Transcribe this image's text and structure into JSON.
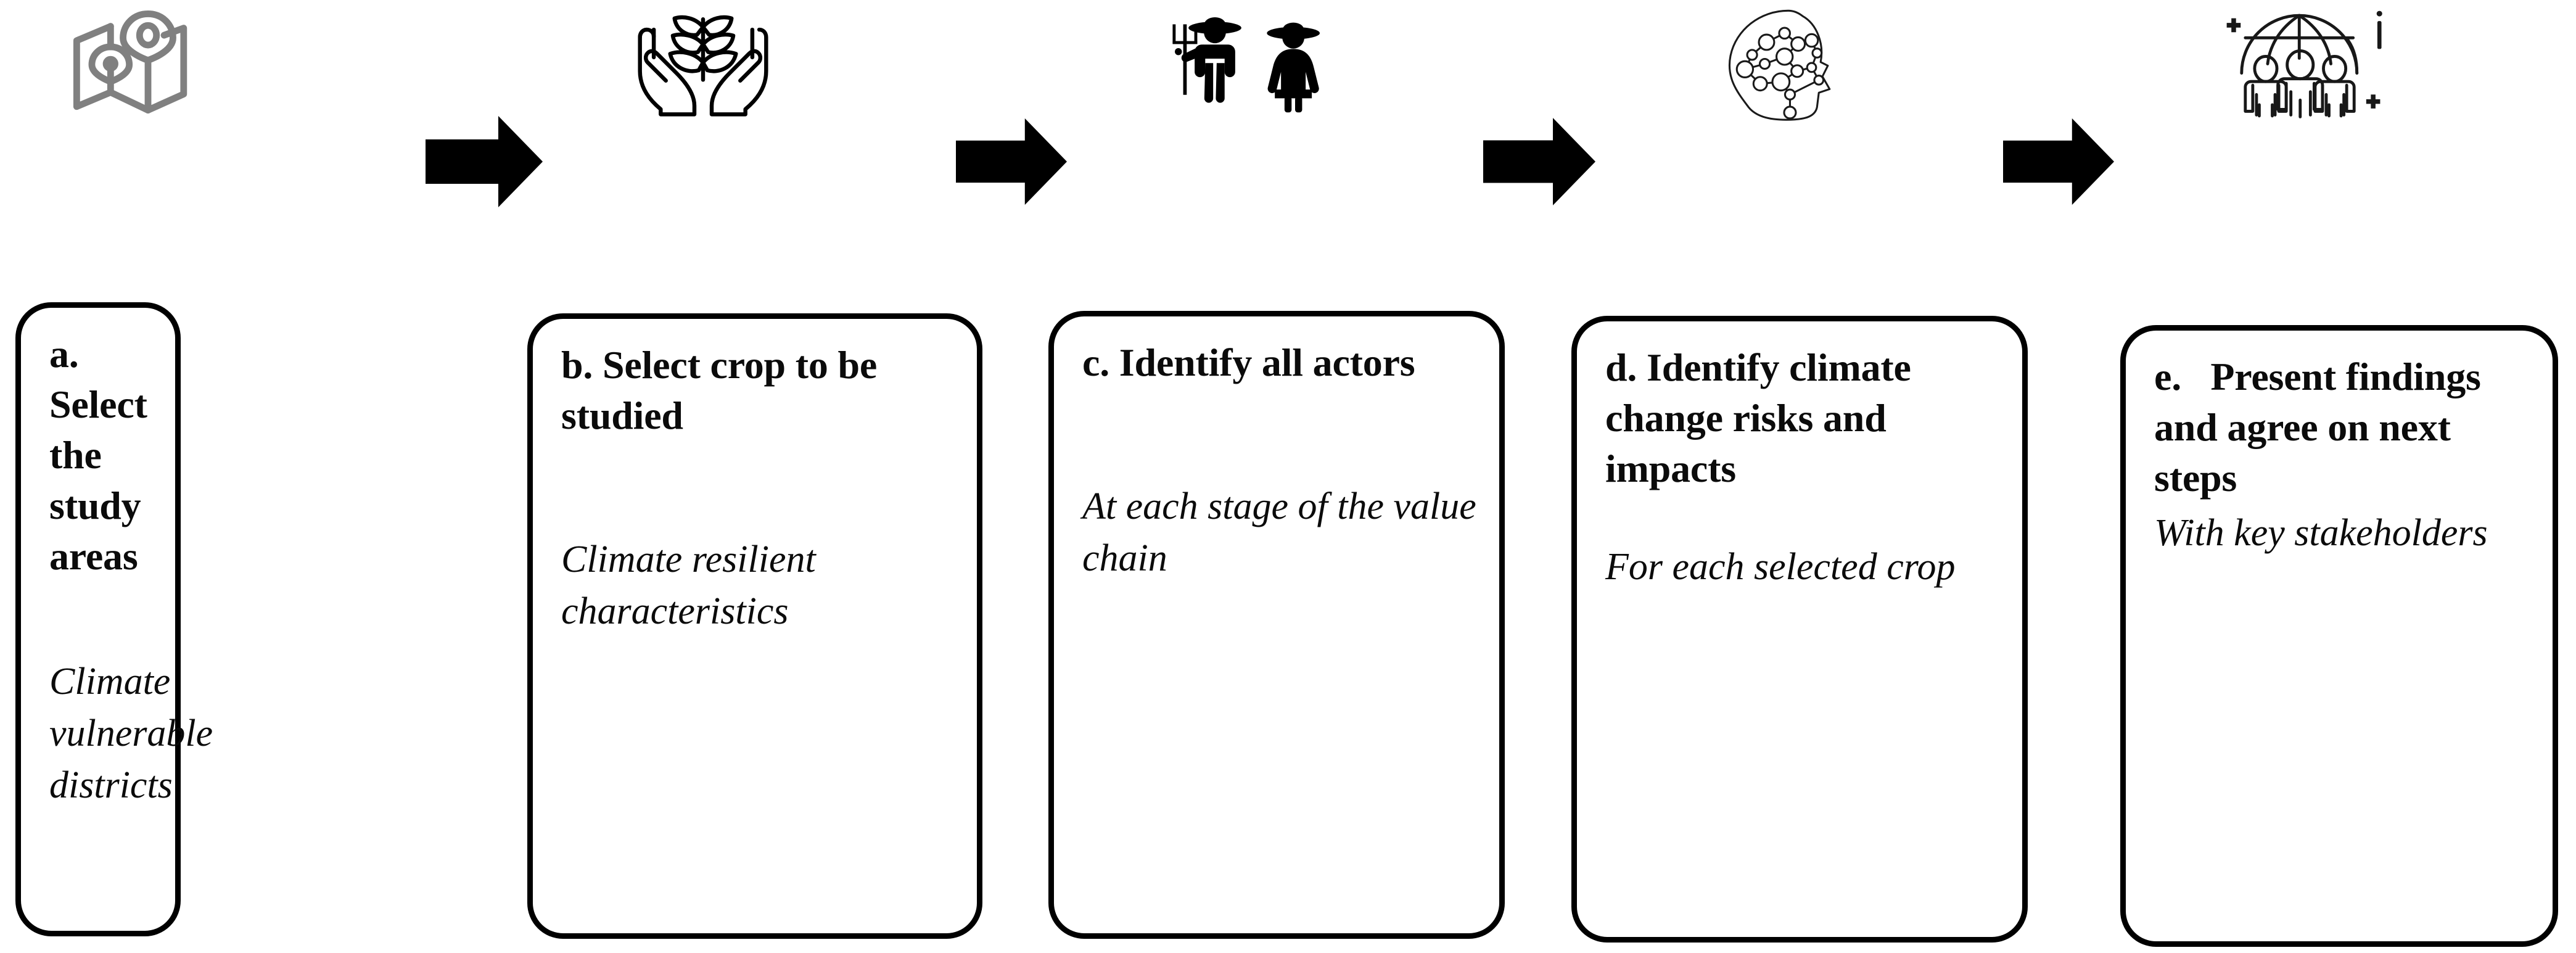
{
  "figure": {
    "type": "process-flow",
    "orientation": "left-to-right",
    "step_count": 5,
    "arrow_count": 4,
    "background_color": "#ffffff",
    "line_color": "#000000",
    "map_icon_color": "#808080"
  },
  "steps": [
    {
      "key": "a",
      "icon": "folded-map-with-location-pins-icon",
      "icon_color": "#808080",
      "title": "a. Select the study areas",
      "subtitle": "Climate vulnerable districts"
    },
    {
      "key": "b",
      "icon": "hands-holding-plant-icon",
      "icon_color": "#000000",
      "title": "b. Select crop to be studied",
      "subtitle": "Climate resilient characteristics"
    },
    {
      "key": "c",
      "icon": "two-farmers-with-pitchfork-icon",
      "icon_color": "#000000",
      "title": "c. Identify all actors",
      "subtitle": "At each stage of the value chain"
    },
    {
      "key": "d",
      "icon": "head-with-neural-network-icon",
      "icon_color": "#000000",
      "title": "d. Identify climate change risks and impacts",
      "subtitle": "For each selected crop"
    },
    {
      "key": "e",
      "icon": "globe-over-three-people-icon",
      "icon_color": "#000000",
      "title": "e.   Present findings and agree on next steps",
      "subtitle": "With key stakeholders"
    }
  ],
  "arrows": [
    {
      "name": "arrow-a-to-b",
      "direction": "right",
      "color": "#000000"
    },
    {
      "name": "arrow-b-to-c",
      "direction": "right",
      "color": "#000000"
    },
    {
      "name": "arrow-c-to-d",
      "direction": "right",
      "color": "#000000"
    },
    {
      "name": "arrow-d-to-e",
      "direction": "right",
      "color": "#000000"
    }
  ]
}
